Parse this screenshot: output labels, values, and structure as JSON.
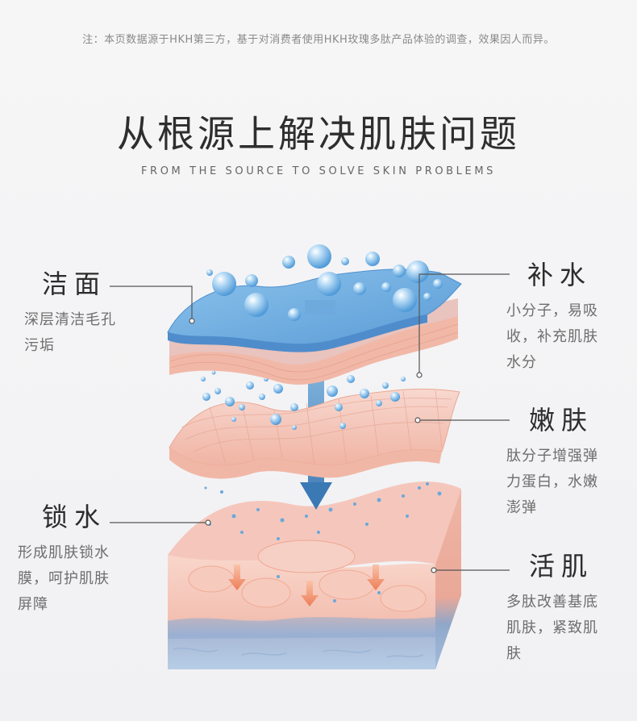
{
  "note": "注：本页数据源于HKH第三方，基于对消费者使用HKH玫瑰多肽产品体验的调查，效果因人而异。",
  "title": "从根源上解决肌肤问题",
  "subtitle": "FROM THE SOURCE TO SOLVE SKIN PROBLEMS",
  "labels": {
    "cleanse": {
      "heading": "洁面",
      "desc_lines": [
        "深层清洁毛孔",
        "污垢"
      ]
    },
    "hydrate": {
      "heading": "补水",
      "desc_lines": [
        "小分子，易吸",
        "收，补充肌肤",
        "水分"
      ]
    },
    "tender": {
      "heading": "嫩肤",
      "desc_lines": [
        "肽分子增强弹",
        "力蛋白，水嫩",
        "澎弹"
      ]
    },
    "lock": {
      "heading": "锁水",
      "desc_lines": [
        "形成肌肤锁水",
        "膜，呵护肌肤",
        "屏障"
      ]
    },
    "activate": {
      "heading": "活肌",
      "desc_lines": [
        "多肽改善基底",
        "肌肤，紧致肌",
        "肤"
      ]
    }
  },
  "colors": {
    "water_blue": "#7fb6e3",
    "skin_pink": "#f4c9bd",
    "arrow_blue": "#4a86bf",
    "arrow_orange": "#f08d6a",
    "base_blue": "#9ab4d4"
  }
}
